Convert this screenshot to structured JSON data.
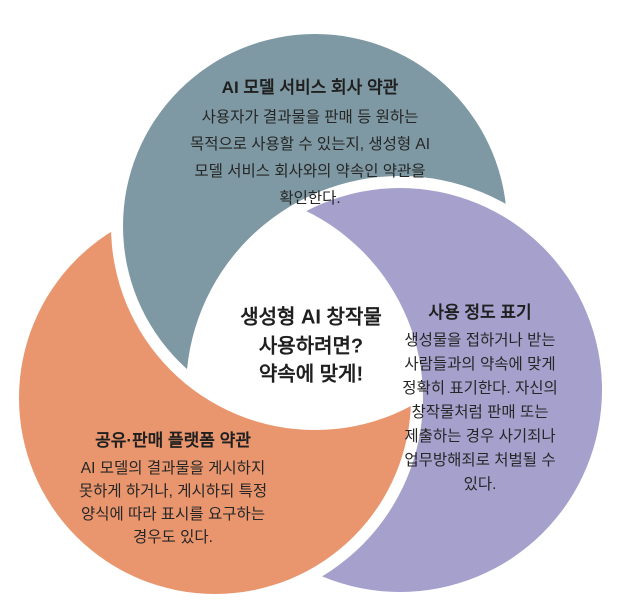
{
  "diagram": {
    "background_color": "#ffffff",
    "text_color": "#262626",
    "center": {
      "lines": [
        "생성형 AI 창작물",
        "사용하려면?",
        "약속에 맞게!"
      ]
    },
    "circles": {
      "ai_service_terms": {
        "color": "#7E99A3",
        "title": "AI 모델 서비스 회사 약관",
        "lines": [
          "사용자가 결과물을 판매 등 원하는",
          "목적으로 사용할 수 있는지, 생성형 AI",
          "모델 서비스 회사와의 약속인 약관을",
          "확인한다."
        ]
      },
      "usage_labeling": {
        "color": "#A6A0CD",
        "title": "사용 정도 표기",
        "lines": [
          "생성물을 접하거나 받는",
          "사람들과의 약속에 맞게",
          "정확히 표기한다. 자신의",
          "창작물처럼 판매 또는",
          "제출하는 경우 사기죄나",
          "업무방해죄로 처벌될 수",
          "있다."
        ]
      },
      "platform_terms": {
        "color": "#E9966E",
        "title": "공유·판매 플랫폼 약관",
        "lines": [
          "AI 모델의 결과물을 게시하지",
          "못하게 하거나, 게시하되 특정",
          "양식에 따라 표시를 요구하는",
          "경우도 있다."
        ]
      }
    }
  }
}
